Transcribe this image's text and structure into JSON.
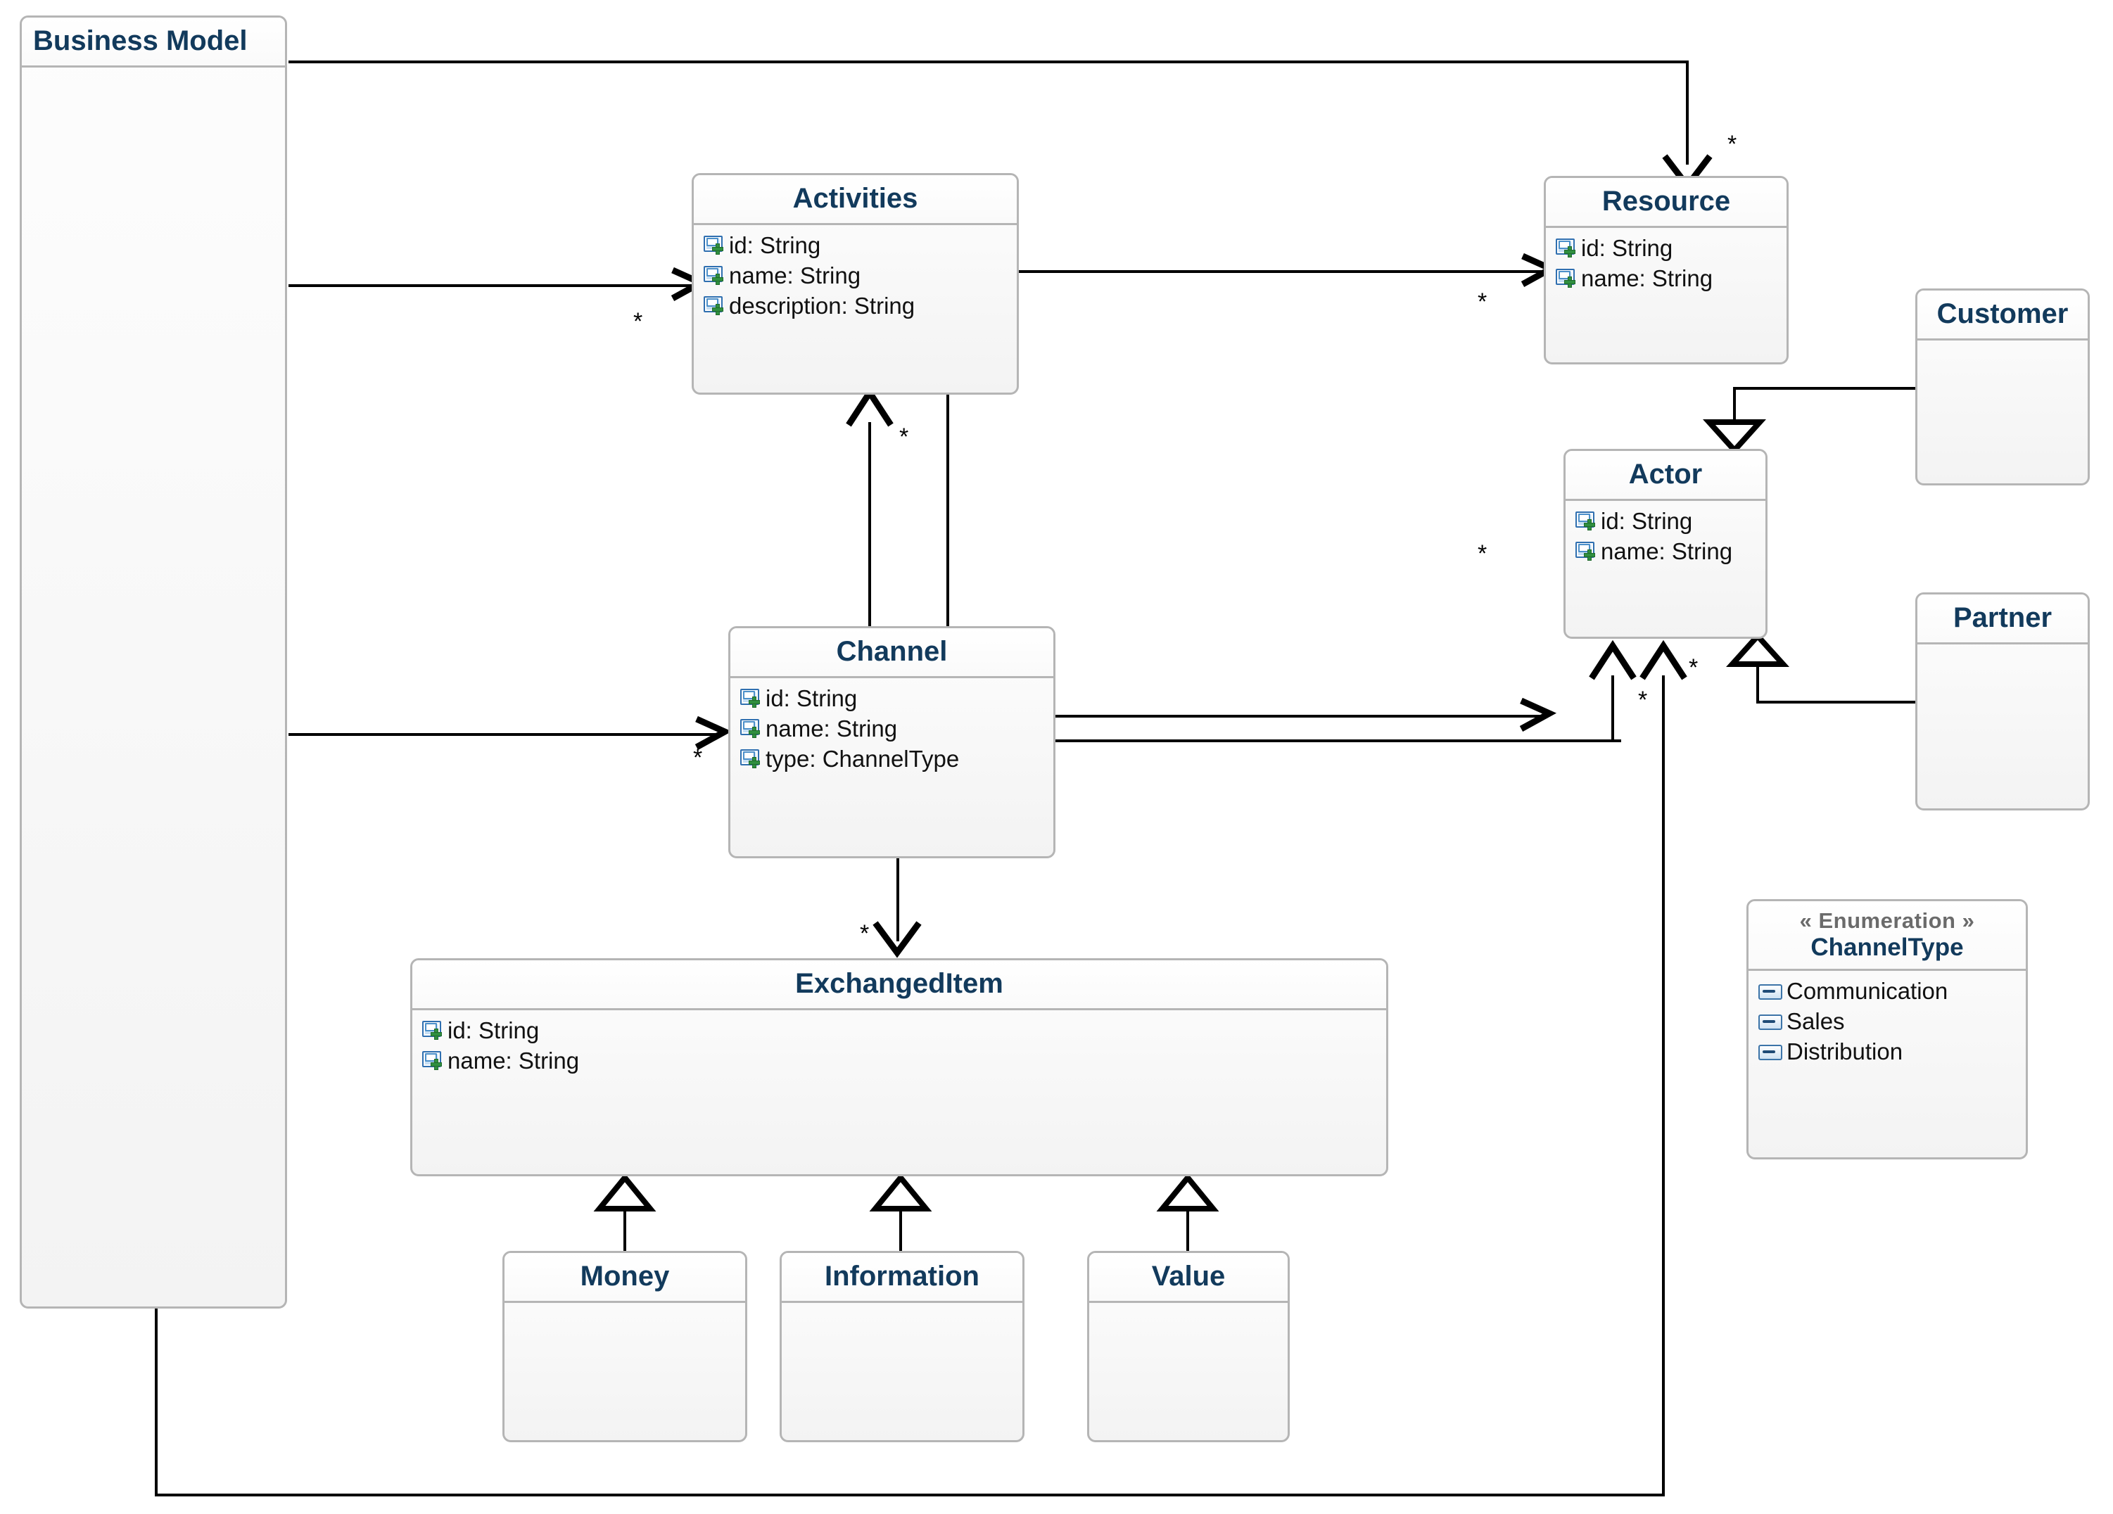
{
  "diagram": {
    "type": "uml-class-diagram",
    "title": "Business Model",
    "accent_color": "#123a5c",
    "box_border_color": "#b5b5b5",
    "line_color": "#000000"
  },
  "classes": [
    {
      "id": "business-model",
      "name": "Business Model",
      "attributes": []
    },
    {
      "id": "activities",
      "name": "Activities",
      "attributes": [
        "id: String",
        "name: String",
        "description: String"
      ]
    },
    {
      "id": "resource",
      "name": "Resource",
      "attributes": [
        "id: String",
        "name: String"
      ]
    },
    {
      "id": "customer",
      "name": "Customer",
      "attributes": []
    },
    {
      "id": "actor",
      "name": "Actor",
      "attributes": [
        "id: String",
        "name: String"
      ]
    },
    {
      "id": "partner",
      "name": "Partner",
      "attributes": []
    },
    {
      "id": "channel",
      "name": "Channel",
      "attributes": [
        "id: String",
        "name: String",
        "type: ChannelType"
      ]
    },
    {
      "id": "exchangeditem",
      "name": "ExchangedItem",
      "attributes": [
        "id: String",
        "name: String"
      ]
    },
    {
      "id": "money",
      "name": "Money",
      "attributes": []
    },
    {
      "id": "information",
      "name": "Information",
      "attributes": []
    },
    {
      "id": "value",
      "name": "Value",
      "attributes": []
    }
  ],
  "enumeration": {
    "stereotype": "« Enumeration »",
    "name": "ChannelType",
    "literals": [
      "Communication",
      "Sales",
      "Distribution"
    ]
  },
  "multiplicities": {
    "bm_activities": "*",
    "bm_resource": "*",
    "bm_channel": "*",
    "bm_actor": "*",
    "activities_resource": "*",
    "activities_actor": "*",
    "channel_activities": "*",
    "channel_exchangeditem": "*",
    "channel_actor": "*"
  },
  "associations": [
    {
      "from": "business-model",
      "to": "activities",
      "kind": "directed-association",
      "multiplicity": "*"
    },
    {
      "from": "business-model",
      "to": "resource",
      "kind": "directed-association",
      "multiplicity": "*"
    },
    {
      "from": "business-model",
      "to": "channel",
      "kind": "directed-association",
      "multiplicity": "*"
    },
    {
      "from": "business-model",
      "to": "actor",
      "kind": "directed-association",
      "multiplicity": "*"
    },
    {
      "from": "activities",
      "to": "resource",
      "kind": "directed-association",
      "multiplicity": "*"
    },
    {
      "from": "activities",
      "to": "actor",
      "kind": "directed-association",
      "multiplicity": "*"
    },
    {
      "from": "channel",
      "to": "activities",
      "kind": "directed-association",
      "multiplicity": "*"
    },
    {
      "from": "channel",
      "to": "exchangeditem",
      "kind": "directed-association",
      "multiplicity": "*"
    },
    {
      "from": "channel",
      "to": "actor",
      "kind": "directed-association",
      "multiplicity": "*"
    },
    {
      "from": "customer",
      "to": "actor",
      "kind": "generalization"
    },
    {
      "from": "partner",
      "to": "actor",
      "kind": "generalization"
    },
    {
      "from": "money",
      "to": "exchangeditem",
      "kind": "generalization"
    },
    {
      "from": "information",
      "to": "exchangeditem",
      "kind": "generalization"
    },
    {
      "from": "value",
      "to": "exchangeditem",
      "kind": "generalization"
    }
  ]
}
